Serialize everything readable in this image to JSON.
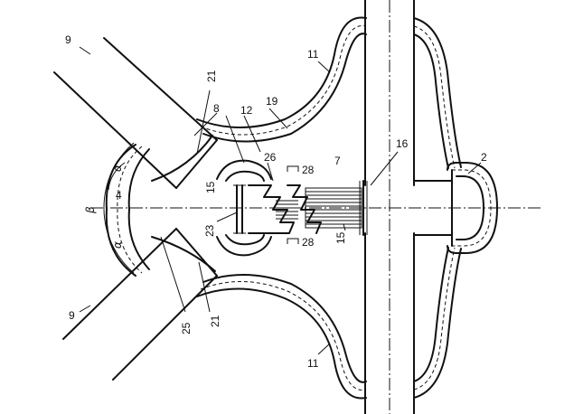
{
  "diagram": {
    "labels": {
      "l9_top": "9",
      "l9_bottom": "9",
      "l11_top": "11",
      "l11_bottom": "11",
      "l21_top": "21",
      "l21_bottom": "21",
      "l8": "8",
      "l12": "12",
      "l19": "19",
      "l26": "26",
      "l28_top": "28",
      "l28_bottom": "28",
      "l7": "7",
      "l16": "16",
      "l2": "2",
      "l15_left": "15",
      "l15_right": "15",
      "l23": "23",
      "l25": "25",
      "l4": "4",
      "alpha_top": "α",
      "alpha_bottom": "α",
      "beta": "β"
    }
  }
}
